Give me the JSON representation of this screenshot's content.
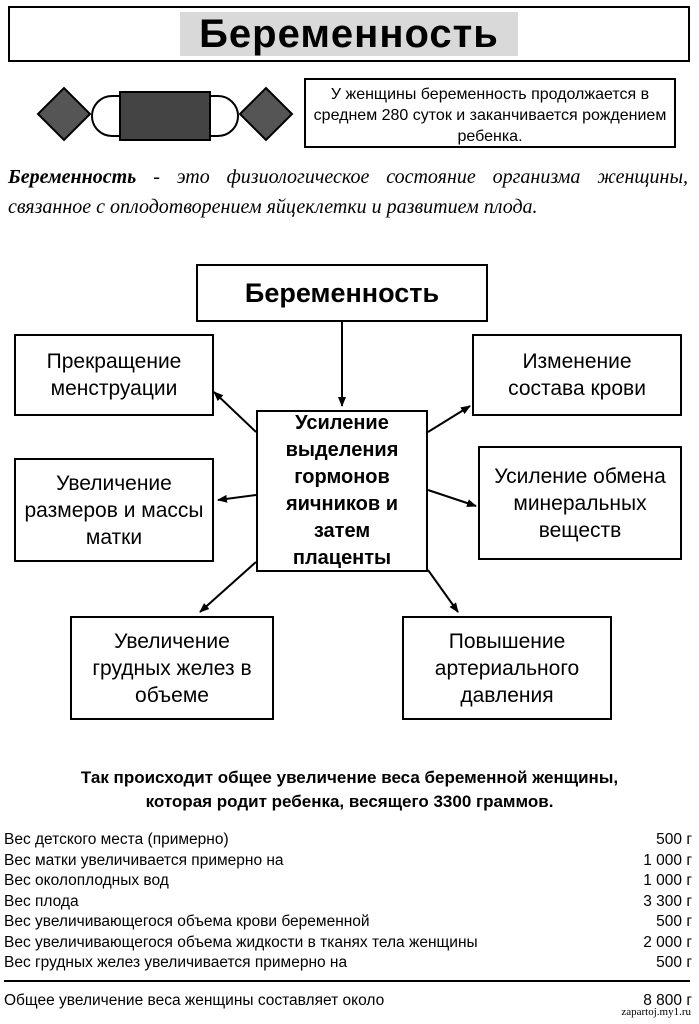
{
  "header": {
    "title": "Беременность",
    "info_text": "У женщины беременность продолжается в среднем 280 суток и заканчивается рождением ребенка."
  },
  "intro": {
    "term": "Беременность",
    "definition": " - это физиологическое состояние организма женщины, связанное с оплодотворением яйцеклетки и развитием плода."
  },
  "diagram": {
    "root": "Беременность",
    "center": "Усиление выделения гормонов яичников и затем плаценты",
    "left_top": "Прекращение менструации",
    "left_middle": "Увеличение размеров и массы матки",
    "bottom_left": "Увеличение грудных желез в объеме",
    "right_top": "Изменение состава крови",
    "right_middle": "Усиление обмена минеральных веществ",
    "bottom_right": "Повышение артериального давления"
  },
  "weights": {
    "title_line1": "Так происходит общее увеличение веса беременной женщины,",
    "title_line2": "которая родит ребенка, весящего 3300 граммов.",
    "rows": [
      {
        "label": "Вес детского места (примерно)",
        "value": "500 г"
      },
      {
        "label": "Вес матки увеличивается примерно на",
        "value": "1 000 г"
      },
      {
        "label": "Вес околоплодных вод",
        "value": "1 000 г"
      },
      {
        "label": "Вес плода",
        "value": "3 300 г"
      },
      {
        "label": "Вес увеличивающегося объема крови беременной",
        "value": "500 г"
      },
      {
        "label": "Вес увеличивающегося объема жидкости в тканях тела женщины",
        "value": "2 000 г"
      },
      {
        "label": "Вес грудных желез увеличивается примерно на",
        "value": "500 г"
      }
    ],
    "total_label": "Общее увеличение веса женщины составляет около",
    "total_value": "8 800 г"
  },
  "watermark": "zapartoj.my1.ru"
}
